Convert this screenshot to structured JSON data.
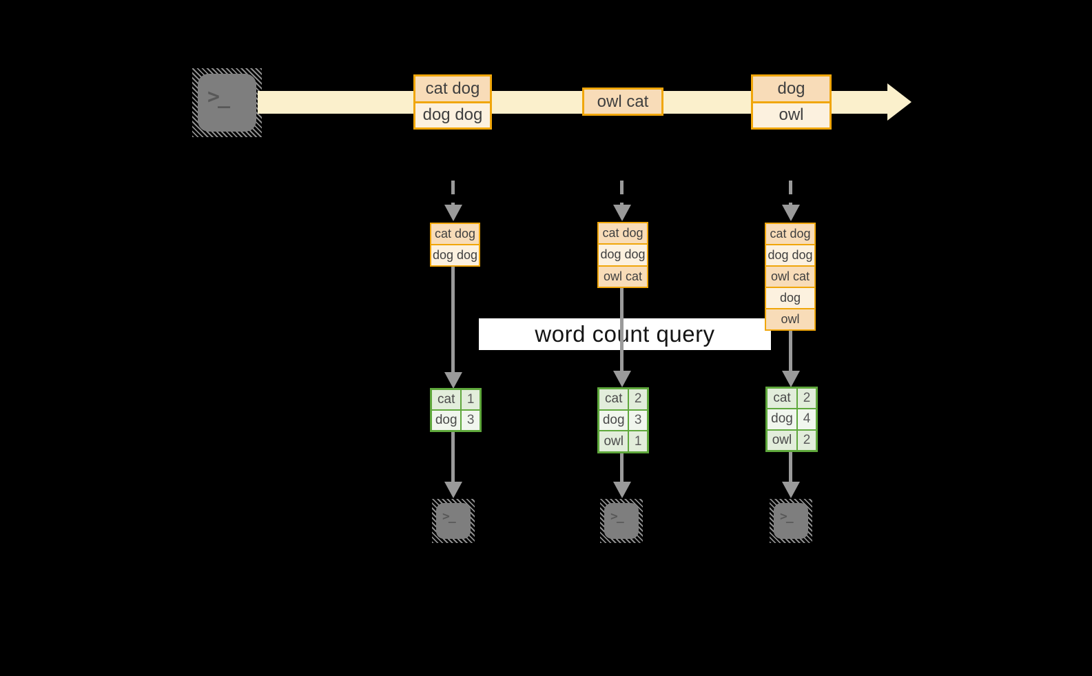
{
  "query_label": "word count query",
  "icons": {
    "source": "terminal-icon",
    "sinks": [
      "terminal-icon",
      "terminal-icon",
      "terminal-icon"
    ],
    "prompt_glyph": ">_"
  },
  "timeline": {
    "messages": [
      {
        "lines": [
          "cat dog",
          "dog dog"
        ]
      },
      {
        "lines": [
          "owl cat"
        ]
      },
      {
        "lines": [
          "dog",
          "owl"
        ]
      }
    ]
  },
  "columns": [
    {
      "buffer": [
        "cat dog",
        "dog dog"
      ],
      "counts": [
        {
          "word": "cat",
          "count": "1"
        },
        {
          "word": "dog",
          "count": "3"
        }
      ]
    },
    {
      "buffer": [
        "cat dog",
        "dog dog",
        "owl cat"
      ],
      "counts": [
        {
          "word": "cat",
          "count": "2"
        },
        {
          "word": "dog",
          "count": "3"
        },
        {
          "word": "owl",
          "count": "1"
        }
      ]
    },
    {
      "buffer": [
        "cat dog",
        "dog dog",
        "owl cat",
        "dog",
        "owl"
      ],
      "counts": [
        {
          "word": "cat",
          "count": "2"
        },
        {
          "word": "dog",
          "count": "4"
        },
        {
          "word": "owl",
          "count": "2"
        }
      ]
    }
  ],
  "colors": {
    "background": "#000000",
    "stream_band": "#FBF0CC",
    "message_border": "#F0A60A",
    "message_fill_dark": "#F8DCB8",
    "message_fill_light": "#FCF1DF",
    "table_border": "#5FA83C",
    "table_fill_dark": "#E2EDDB",
    "table_fill_light": "#F1F6EE",
    "arrow_gray": "#9A9A9A",
    "terminal_gray": "#7E7E7E",
    "query_band_bg": "#FFFFFF",
    "query_text": "#141414"
  }
}
